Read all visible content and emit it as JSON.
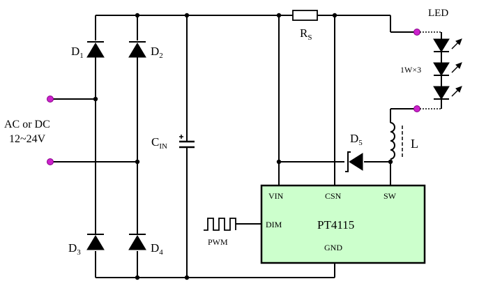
{
  "diagram": {
    "led_title": "LED",
    "led_rating": "1W×3",
    "resistor": {
      "main": "R",
      "sub": "S"
    },
    "inductor": "L",
    "capacitor": {
      "main": "C",
      "sub": "IN"
    },
    "source_line1": "AC or DC",
    "source_line2": "12~24V",
    "d1": {
      "main": "D",
      "sub": "1"
    },
    "d2": {
      "main": "D",
      "sub": "2"
    },
    "d3": {
      "main": "D",
      "sub": "3"
    },
    "d4": {
      "main": "D",
      "sub": "4"
    },
    "d5": {
      "main": "D",
      "sub": "5"
    },
    "pwm": "PWM",
    "ic": {
      "name": "PT4115",
      "pin_vin": "VIN",
      "pin_csn": "CSN",
      "pin_sw": "SW",
      "pin_dim": "DIM",
      "pin_gnd": "GND",
      "fill_color": "#ccffcc"
    },
    "terminal_color": "#cc22cc"
  }
}
